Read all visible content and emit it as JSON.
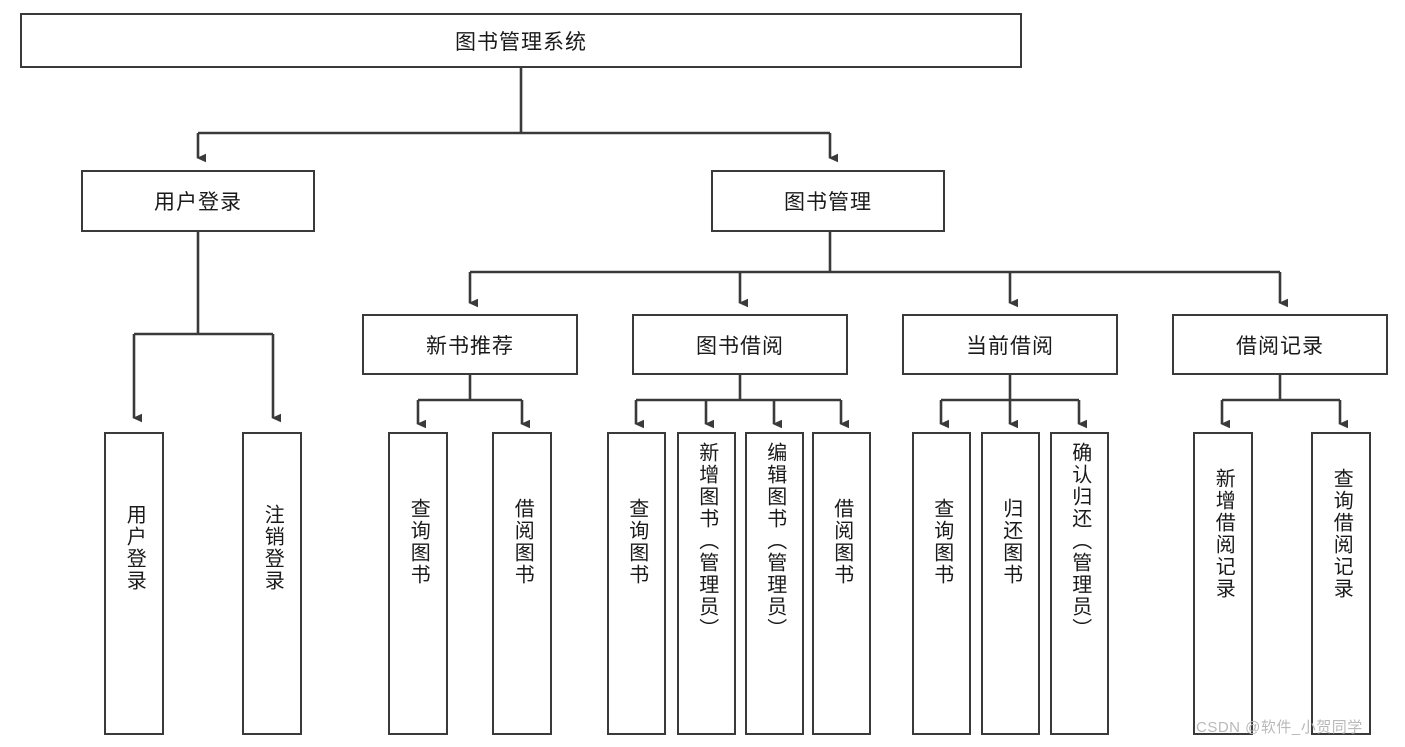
{
  "diagram": {
    "title": "图书管理系统",
    "type": "tree-hierarchy-diagram",
    "root": {
      "label": "图书管理系统"
    },
    "level2": [
      {
        "label": "用户登录"
      },
      {
        "label": "图书管理"
      }
    ],
    "level3": [
      {
        "label": "新书推荐"
      },
      {
        "label": "图书借阅"
      },
      {
        "label": "当前借阅"
      },
      {
        "label": "借阅记录"
      }
    ],
    "leaves": {
      "user_login": [
        {
          "label": "用户登录"
        },
        {
          "label": "注销登录"
        }
      ],
      "new_book_recommend": [
        {
          "label": "查询图书"
        },
        {
          "label": "借阅图书"
        }
      ],
      "book_borrow": [
        {
          "label": "查询图书"
        },
        {
          "label": "新增图书（管理员）"
        },
        {
          "label": "编辑图书（管理员）"
        },
        {
          "label": "借阅图书"
        }
      ],
      "current_borrow": [
        {
          "label": "查询图书"
        },
        {
          "label": "归还图书"
        },
        {
          "label": "确认归还（管理员）"
        }
      ],
      "borrow_record": [
        {
          "label": "新增借阅记录"
        },
        {
          "label": "查询借阅记录"
        }
      ]
    },
    "watermark": "CSDN @软件_小贺同学",
    "colors": {
      "stroke": "#3a3a3a",
      "fill": "#ffffff",
      "text": "#1a1a1a",
      "watermark": "#b9b9b9"
    }
  }
}
